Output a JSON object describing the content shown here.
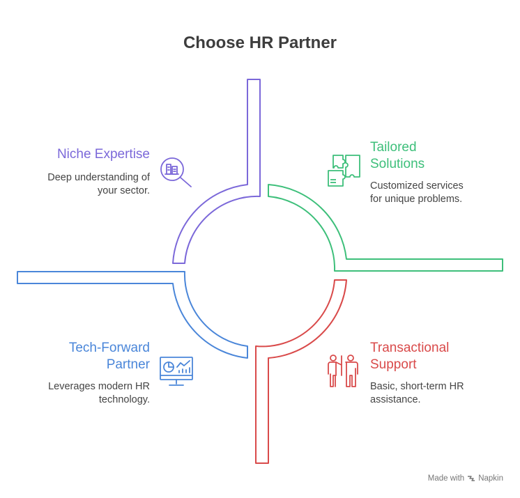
{
  "title": "Choose HR Partner",
  "quadrants": {
    "niche": {
      "title": "Niche Expertise",
      "desc_line1": "Deep understanding of",
      "desc_line2": "your sector.",
      "color": "#7b68d9",
      "icon": "magnifier-chart-icon"
    },
    "tailored": {
      "title_line1": "Tailored",
      "title_line2": "Solutions",
      "desc_line1": "Customized services",
      "desc_line2": "for unique problems.",
      "color": "#3dbf7a",
      "icon": "puzzle-pieces-icon"
    },
    "tech": {
      "title_line1": "Tech-Forward",
      "title_line2": "Partner",
      "desc_line1": "Leverages modern HR",
      "desc_line2": "technology.",
      "color": "#4a86d9",
      "icon": "monitor-analytics-icon"
    },
    "transactional": {
      "title_line1": "Transactional",
      "title_line2": "Support",
      "desc_line1": "Basic, short-term HR",
      "desc_line2": "assistance.",
      "color": "#d94a4a",
      "icon": "presenter-icon"
    }
  },
  "footer": {
    "text": "Made with",
    "brand": "Napkin"
  }
}
